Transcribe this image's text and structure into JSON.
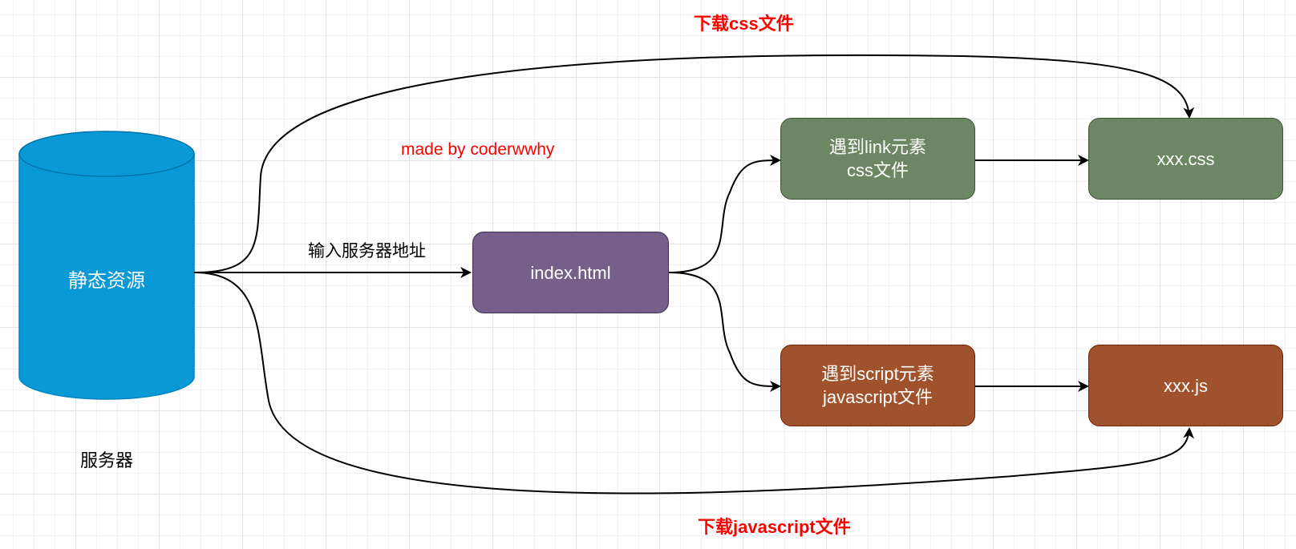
{
  "server": {
    "cylinder_label": "静态资源",
    "caption": "服务器",
    "fill": "#0999d6"
  },
  "watermark": "made by coderwwhy",
  "edges": {
    "input_address": "输入服务器地址",
    "download_css": "下载css文件",
    "download_js": "下载javascript文件"
  },
  "nodes": {
    "index": {
      "text": "index.html",
      "fill": "#76608a"
    },
    "link_element": {
      "line1": "遇到link元素",
      "line2": "css文件",
      "fill": "#6d8764"
    },
    "css_file": {
      "text": "xxx.css",
      "fill": "#6d8764"
    },
    "script_element": {
      "line1": "遇到script元素",
      "line2": "javascript文件",
      "fill": "#a0522d"
    },
    "js_file": {
      "text": "xxx.js",
      "fill": "#a0522d"
    }
  },
  "colors": {
    "annotation": "#ff0000",
    "edge": "#000000"
  }
}
